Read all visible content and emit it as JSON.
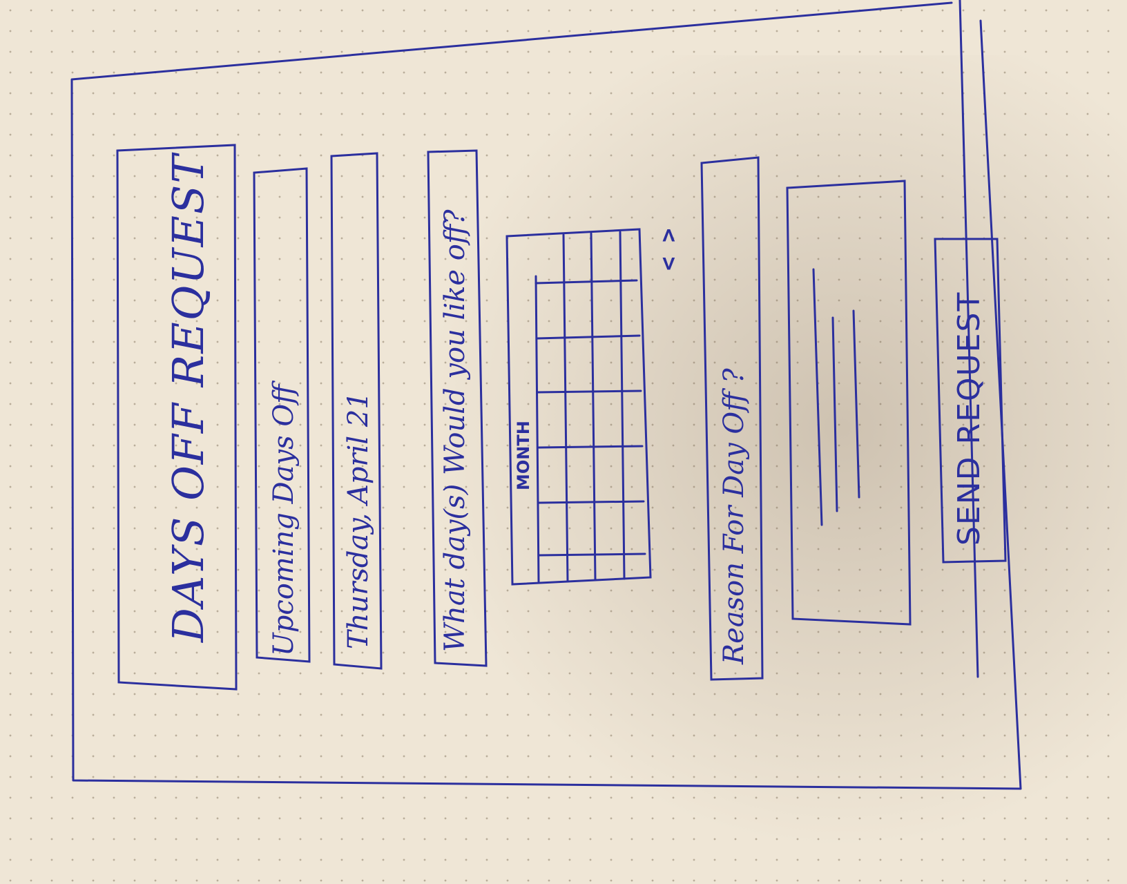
{
  "header": {
    "title": "DAYS OFF REQUEST"
  },
  "upcoming": {
    "label": "Upcoming Days Off",
    "item": "Thursday, April 21"
  },
  "question": {
    "label": "What day(s) Would you like off?"
  },
  "calendar": {
    "month_label": "MONTH",
    "nav_arrows": "< >"
  },
  "reason": {
    "label": "Reason For Day Off ?"
  },
  "send": {
    "label": "SEND REQUEST"
  },
  "colors": {
    "ink": "#2b2f9e",
    "paper": "#efe6d6"
  }
}
